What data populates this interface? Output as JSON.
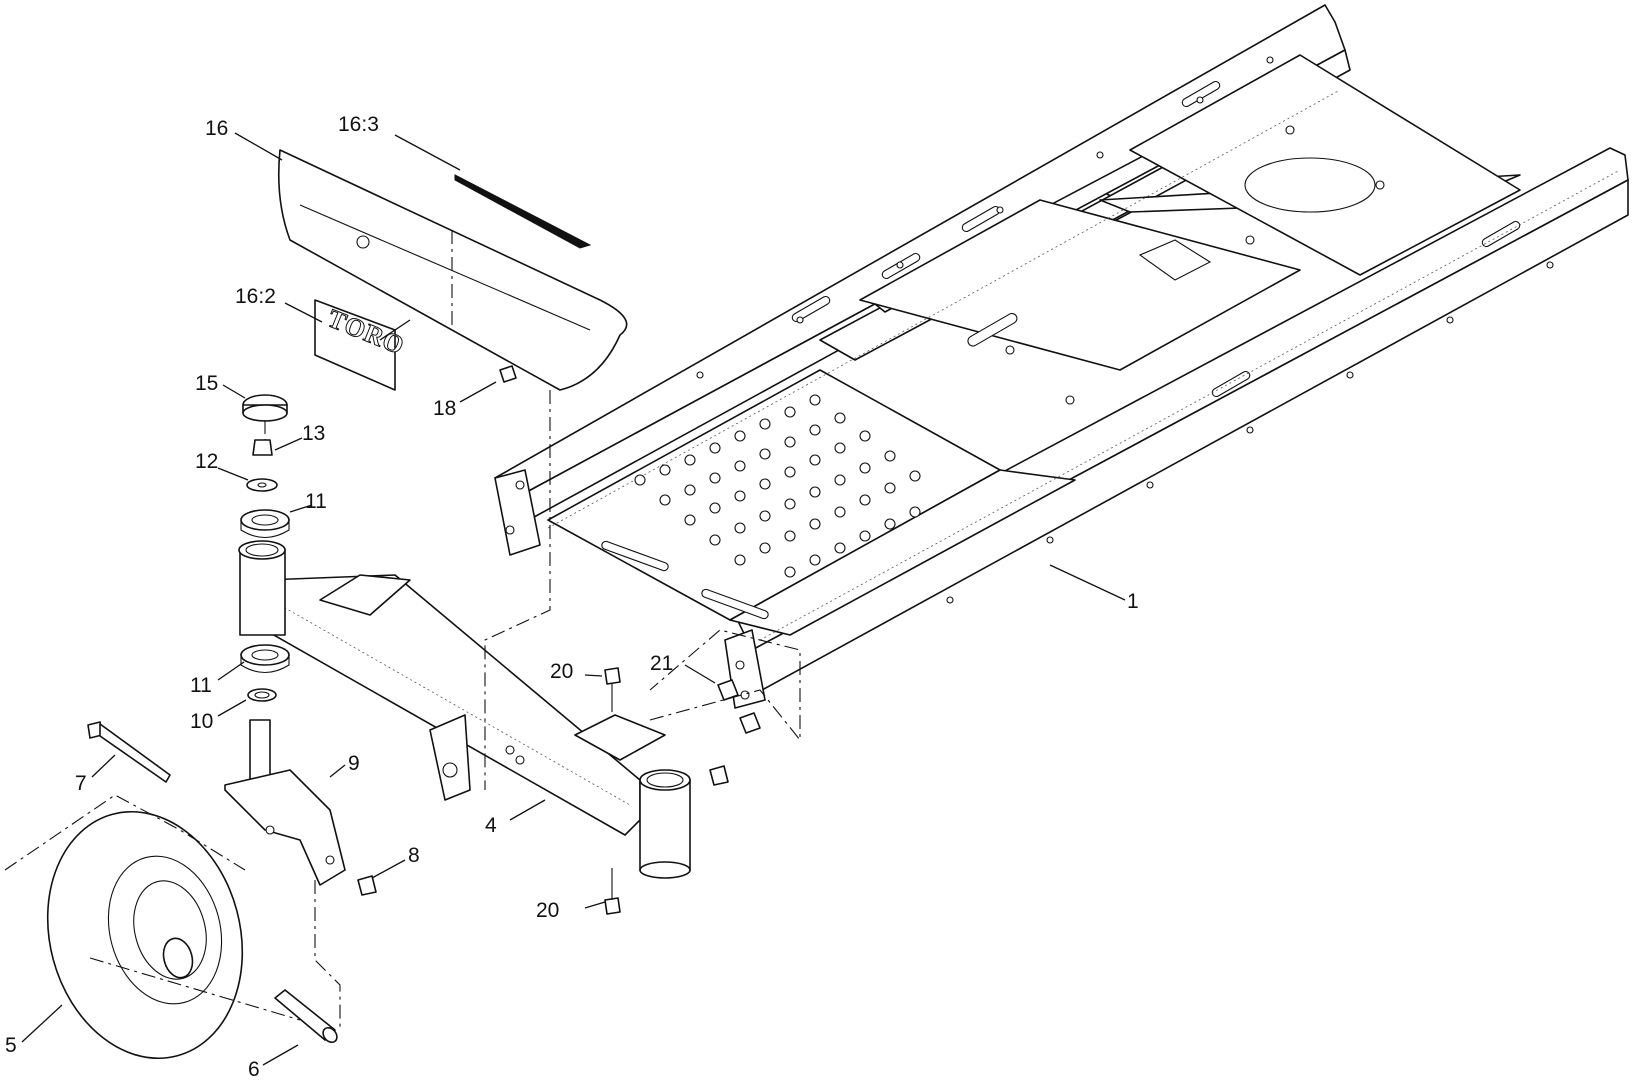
{
  "callouts": [
    {
      "id": "1",
      "label": "1"
    },
    {
      "id": "4",
      "label": "4"
    },
    {
      "id": "5",
      "label": "5"
    },
    {
      "id": "6",
      "label": "6"
    },
    {
      "id": "7",
      "label": "7"
    },
    {
      "id": "8",
      "label": "8"
    },
    {
      "id": "9",
      "label": "9"
    },
    {
      "id": "10",
      "label": "10"
    },
    {
      "id": "11a",
      "label": "11"
    },
    {
      "id": "11b",
      "label": "11"
    },
    {
      "id": "12",
      "label": "12"
    },
    {
      "id": "13",
      "label": "13"
    },
    {
      "id": "15",
      "label": "15"
    },
    {
      "id": "16",
      "label": "16"
    },
    {
      "id": "16-2",
      "label": "16:2"
    },
    {
      "id": "16-3",
      "label": "16:3"
    },
    {
      "id": "18",
      "label": "18"
    },
    {
      "id": "20a",
      "label": "20"
    },
    {
      "id": "20b",
      "label": "20"
    },
    {
      "id": "21",
      "label": "21"
    }
  ],
  "decal_logo_text": "TORO"
}
